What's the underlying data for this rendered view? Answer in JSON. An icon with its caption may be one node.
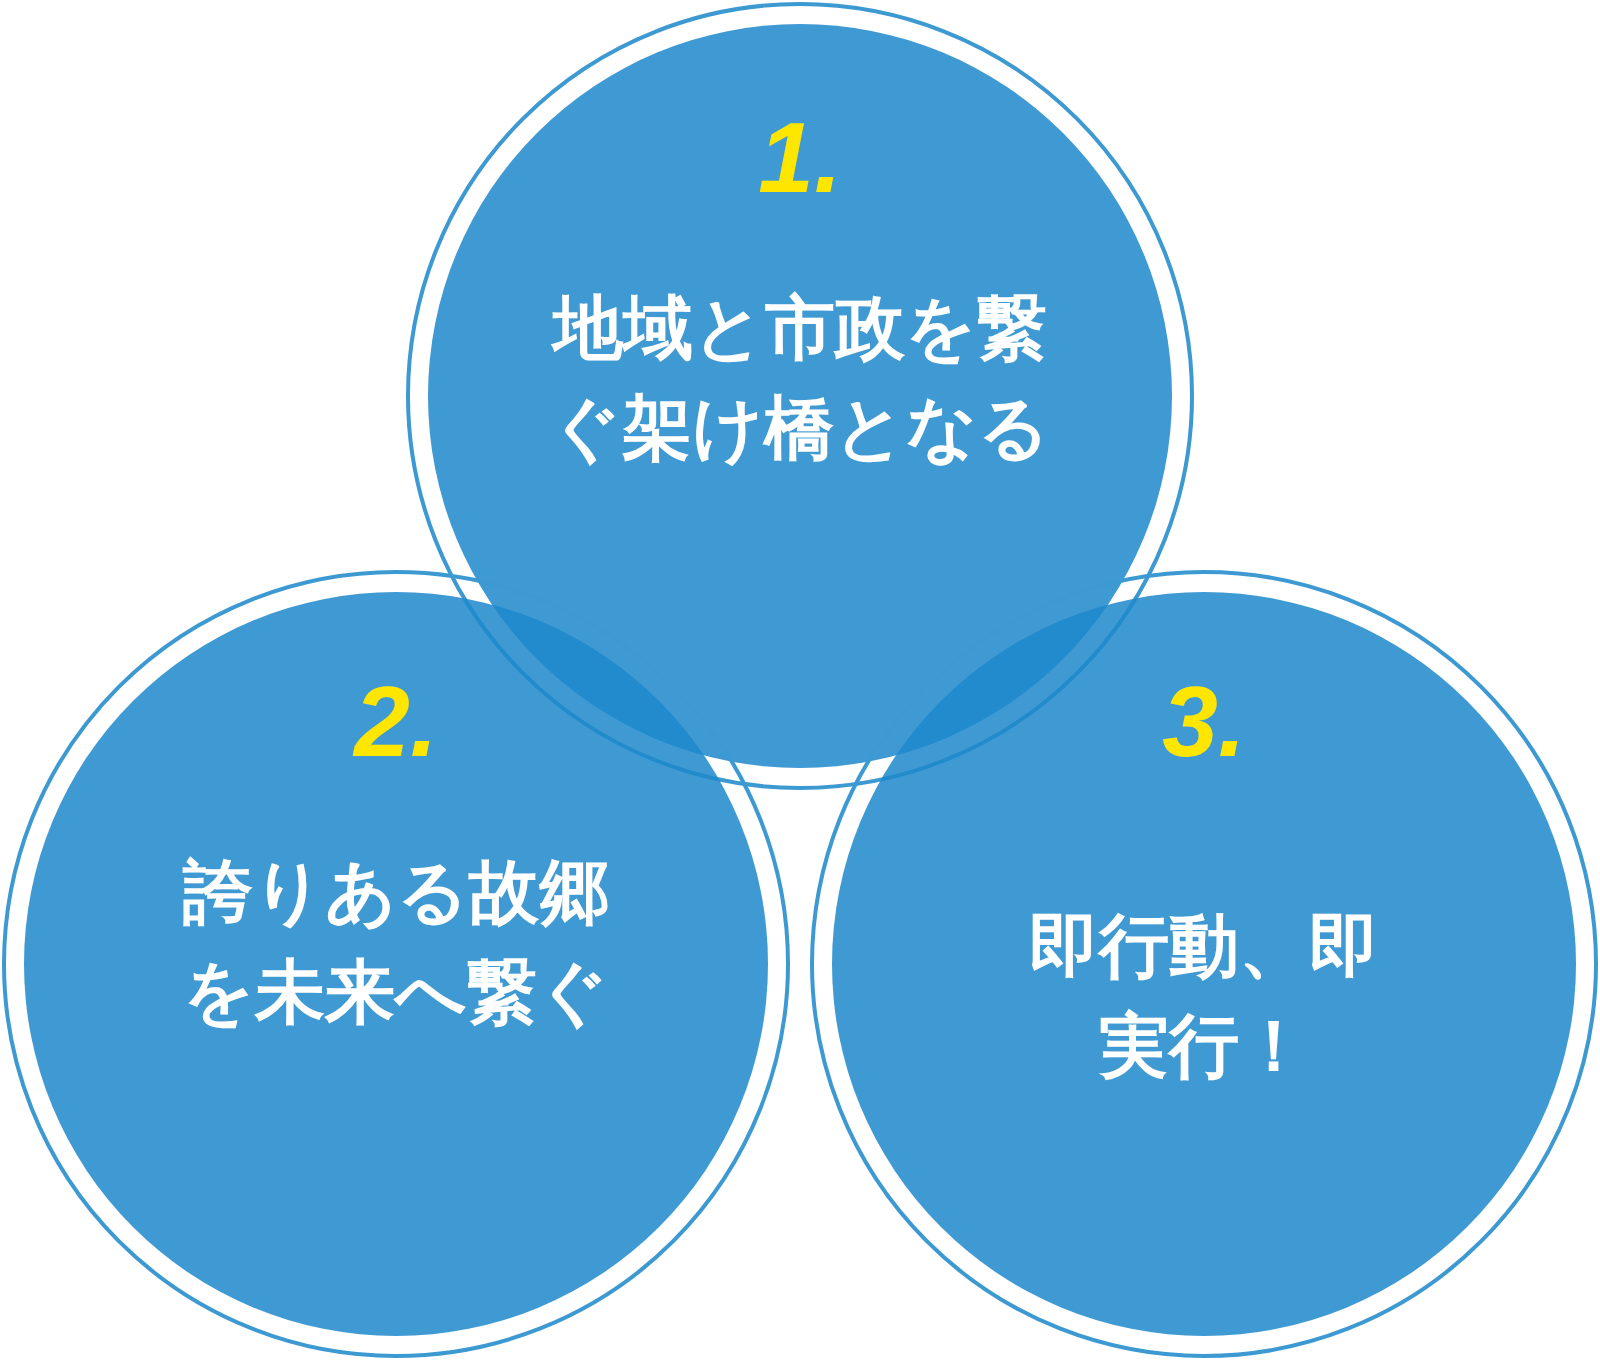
{
  "diagram": {
    "nodes": [
      {
        "text": [
          "1.",
          "地域と市政を繋ぐ架け橋となる"
        ]
      },
      {
        "text": [
          "2.",
          "誇りある故郷を未来へ繋ぐ"
        ]
      },
      {
        "text": [
          "3.",
          "即行動、即実行！"
        ]
      }
    ]
  }
}
